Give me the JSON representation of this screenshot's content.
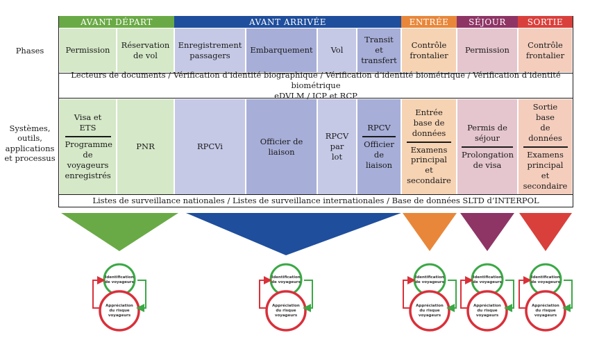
{
  "row_labels": {
    "phases": "Phases",
    "systems": [
      "Systèmes,",
      "outils,",
      "applications",
      "et processus"
    ]
  },
  "headers": [
    {
      "label": "AVANT DÉPART",
      "color": "#6aaa46"
    },
    {
      "label": "AVANT ARRIVÉE",
      "color": "#1f4e9c"
    },
    {
      "label": "ENTRÉE",
      "color": "#e8873a"
    },
    {
      "label": "SÉJOUR",
      "color": "#8e3566"
    },
    {
      "label": "SORTIE",
      "color": "#d9403c"
    }
  ],
  "phases": [
    {
      "lines": [
        "Permission"
      ]
    },
    {
      "lines": [
        "Réservation",
        "de vol"
      ]
    },
    {
      "lines": [
        "Enregistrement",
        "passagers"
      ]
    },
    {
      "lines": [
        "Embarquement"
      ]
    },
    {
      "lines": [
        "Vol"
      ]
    },
    {
      "lines": [
        "Transit",
        "et",
        "transfert"
      ]
    },
    {
      "lines": [
        "Contrôle",
        "frontalier"
      ]
    },
    {
      "lines": [
        "Permission"
      ]
    },
    {
      "lines": [
        "Contrôle",
        "frontalier"
      ]
    }
  ],
  "band_documents": {
    "line1": "Lecteurs de documents / Vérification d’identité biographique / Vérification d’identité biométrique / Vérification d’identité biométrique",
    "line2": "eDVLM / ICP et RCP"
  },
  "systems": [
    {
      "top": [
        "Visa et ETS"
      ],
      "bottom": [
        "Programme",
        "de",
        "voyageurs",
        "enregistrés"
      ]
    },
    {
      "top": [
        "PNR"
      ]
    },
    {
      "top": [
        "RPCVi"
      ]
    },
    {
      "top": [
        "Officier de",
        "liaison"
      ]
    },
    {
      "top": [
        "RPCV",
        "par",
        "lot"
      ]
    },
    {
      "top": [
        "RPCV"
      ],
      "bottom": [
        "Officier",
        "de",
        "liaison"
      ]
    },
    {
      "top": [
        "Entrée",
        "base de",
        "données"
      ],
      "bottom": [
        "Examens",
        "principal",
        "et",
        "secondaire"
      ]
    },
    {
      "top": [
        "Permis de",
        "séjour"
      ],
      "bottom": [
        "Prolongation",
        "de visa"
      ]
    },
    {
      "top": [
        "Sortie base",
        "de",
        "données"
      ],
      "bottom": [
        "Examens",
        "principal",
        "et",
        "secondaire"
      ]
    }
  ],
  "band_watchlists": "Listes de surveillance nationales / Listes de surveillance internationales / Base de données SLTD d’INTERPOL",
  "cycle": {
    "top_lines": [
      "Identification",
      "de voyageurs"
    ],
    "bottom_lines": [
      "Appréciation",
      "du risque",
      "voyageurs"
    ],
    "green": "#3aa845",
    "red": "#d9303a"
  },
  "colors": {
    "avant_depart_light": "#d5e8c8",
    "avant_arrivee_light": "#c5c9e6",
    "avant_arrivee_mid": "#a7aed8",
    "entree_light": "#f6d3b3",
    "sejour_light": "#e5c6ce",
    "sortie_light": "#f4cdbd"
  }
}
